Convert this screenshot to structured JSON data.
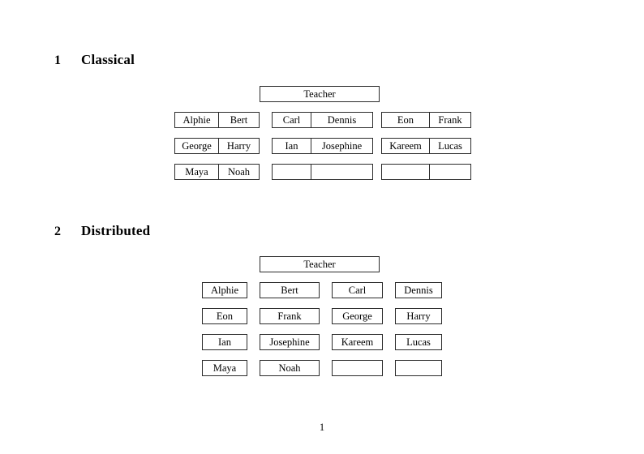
{
  "document": {
    "page_number": "1"
  },
  "sections": [
    {
      "number": "1",
      "title": "Classical",
      "root_label": "Teacher",
      "rows": [
        {
          "groups": [
            [
              "Alphie",
              "Bert"
            ],
            [
              "Carl",
              "Dennis"
            ],
            [
              "Eon",
              "Frank"
            ]
          ]
        },
        {
          "groups": [
            [
              "George",
              "Harry"
            ],
            [
              "Ian",
              "Josephine"
            ],
            [
              "Kareem",
              "Lucas"
            ]
          ]
        },
        {
          "groups": [
            [
              "Maya",
              "Noah"
            ],
            [
              "",
              ""
            ],
            [
              "",
              ""
            ]
          ]
        }
      ]
    },
    {
      "number": "2",
      "title": "Distributed",
      "root_label": "Teacher",
      "rows": [
        {
          "cells": [
            "Alphie",
            "Bert",
            "Carl",
            "Dennis"
          ]
        },
        {
          "cells": [
            "Eon",
            "Frank",
            "George",
            "Harry"
          ]
        },
        {
          "cells": [
            "Ian",
            "Josephine",
            "Kareem",
            "Lucas"
          ]
        },
        {
          "cells": [
            "Maya",
            "Noah",
            "",
            ""
          ]
        }
      ]
    }
  ]
}
